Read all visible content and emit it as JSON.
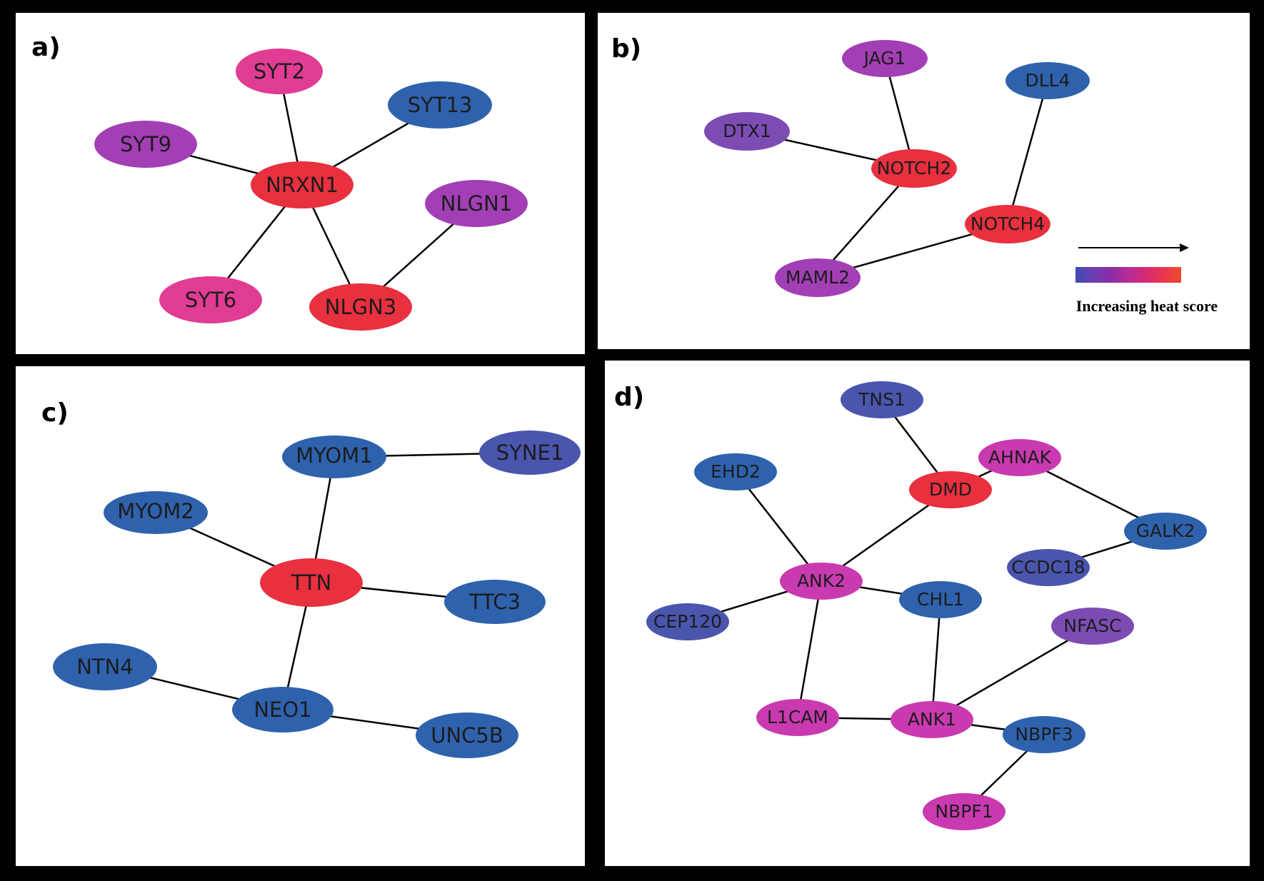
{
  "palette": {
    "red": "#e8303f",
    "pink": "#e13c93",
    "magenta": "#c93ab0",
    "purple": "#a23fb5",
    "violet": "#7d4cb3",
    "indigo": "#4a55ad",
    "blue": "#2f62ad",
    "border": "#000000",
    "panel_bg": "#ffffff"
  },
  "legend": {
    "label": "Increasing heat score",
    "gradient_colors": [
      "#3f4bb2",
      "#6a3fb0",
      "#8a2ca8",
      "#b82b98",
      "#d62b72",
      "#e8364d",
      "#ef4a2c"
    ]
  },
  "panels": [
    {
      "id": "a",
      "label": "a)",
      "nodes": [
        {
          "id": "SYT2",
          "label": "SYT2",
          "color": "pink"
        },
        {
          "id": "SYT13",
          "label": "SYT13",
          "color": "blue"
        },
        {
          "id": "SYT9",
          "label": "SYT9",
          "color": "purple"
        },
        {
          "id": "NRXN1",
          "label": "NRXN1",
          "color": "red"
        },
        {
          "id": "NLGN1",
          "label": "NLGN1",
          "color": "purple"
        },
        {
          "id": "SYT6",
          "label": "SYT6",
          "color": "pink"
        },
        {
          "id": "NLGN3",
          "label": "NLGN3",
          "color": "red"
        }
      ],
      "edges": [
        [
          "NRXN1",
          "SYT2"
        ],
        [
          "NRXN1",
          "SYT13"
        ],
        [
          "NRXN1",
          "SYT9"
        ],
        [
          "NRXN1",
          "SYT6"
        ],
        [
          "NRXN1",
          "NLGN3"
        ],
        [
          "NLGN3",
          "NLGN1"
        ]
      ]
    },
    {
      "id": "b",
      "label": "b)",
      "nodes": [
        {
          "id": "JAG1",
          "label": "JAG1",
          "color": "purple"
        },
        {
          "id": "DLL4",
          "label": "DLL4",
          "color": "blue"
        },
        {
          "id": "DTX1",
          "label": "DTX1",
          "color": "violet"
        },
        {
          "id": "NOTCH2",
          "label": "NOTCH2",
          "color": "red"
        },
        {
          "id": "NOTCH4",
          "label": "NOTCH4",
          "color": "red"
        },
        {
          "id": "MAML2",
          "label": "MAML2",
          "color": "purple"
        }
      ],
      "edges": [
        [
          "NOTCH2",
          "JAG1"
        ],
        [
          "NOTCH2",
          "DTX1"
        ],
        [
          "NOTCH2",
          "MAML2"
        ],
        [
          "MAML2",
          "NOTCH4"
        ],
        [
          "NOTCH4",
          "DLL4"
        ]
      ]
    },
    {
      "id": "c",
      "label": "c)",
      "nodes": [
        {
          "id": "MYOM1",
          "label": "MYOM1",
          "color": "blue"
        },
        {
          "id": "SYNE1",
          "label": "SYNE1",
          "color": "indigo"
        },
        {
          "id": "MYOM2",
          "label": "MYOM2",
          "color": "blue"
        },
        {
          "id": "TTN",
          "label": "TTN",
          "color": "red"
        },
        {
          "id": "TTC3",
          "label": "TTC3",
          "color": "blue"
        },
        {
          "id": "NTN4",
          "label": "NTN4",
          "color": "blue"
        },
        {
          "id": "NEO1",
          "label": "NEO1",
          "color": "blue"
        },
        {
          "id": "UNC5B",
          "label": "UNC5B",
          "color": "blue"
        }
      ],
      "edges": [
        [
          "MYOM1",
          "SYNE1"
        ],
        [
          "TTN",
          "MYOM1"
        ],
        [
          "TTN",
          "MYOM2"
        ],
        [
          "TTN",
          "TTC3"
        ],
        [
          "TTN",
          "NEO1"
        ],
        [
          "NEO1",
          "NTN4"
        ],
        [
          "NEO1",
          "UNC5B"
        ]
      ]
    },
    {
      "id": "d",
      "label": "d)",
      "nodes": [
        {
          "id": "TNS1",
          "label": "TNS1",
          "color": "indigo"
        },
        {
          "id": "AHNAK",
          "label": "AHNAK",
          "color": "magenta"
        },
        {
          "id": "EHD2",
          "label": "EHD2",
          "color": "blue"
        },
        {
          "id": "DMD",
          "label": "DMD",
          "color": "red"
        },
        {
          "id": "GALK2",
          "label": "GALK2",
          "color": "blue"
        },
        {
          "id": "CCDC18",
          "label": "CCDC18",
          "color": "indigo"
        },
        {
          "id": "ANK2",
          "label": "ANK2",
          "color": "magenta"
        },
        {
          "id": "CHL1",
          "label": "CHL1",
          "color": "blue"
        },
        {
          "id": "CEP120",
          "label": "CEP120",
          "color": "indigo"
        },
        {
          "id": "NFASC",
          "label": "NFASC",
          "color": "violet"
        },
        {
          "id": "L1CAM",
          "label": "L1CAM",
          "color": "magenta"
        },
        {
          "id": "ANK1",
          "label": "ANK1",
          "color": "magenta"
        },
        {
          "id": "NBPF3",
          "label": "NBPF3",
          "color": "blue"
        },
        {
          "id": "NBPF1",
          "label": "NBPF1",
          "color": "magenta"
        }
      ],
      "edges": [
        [
          "DMD",
          "TNS1"
        ],
        [
          "DMD",
          "AHNAK"
        ],
        [
          "DMD",
          "ANK2"
        ],
        [
          "AHNAK",
          "GALK2"
        ],
        [
          "GALK2",
          "CCDC18"
        ],
        [
          "ANK2",
          "EHD2"
        ],
        [
          "ANK2",
          "CEP120"
        ],
        [
          "ANK2",
          "CHL1"
        ],
        [
          "ANK2",
          "L1CAM"
        ],
        [
          "CHL1",
          "ANK1"
        ],
        [
          "L1CAM",
          "ANK1"
        ],
        [
          "ANK1",
          "NFASC"
        ],
        [
          "ANK1",
          "NBPF3"
        ],
        [
          "NBPF3",
          "NBPF1"
        ]
      ]
    }
  ]
}
